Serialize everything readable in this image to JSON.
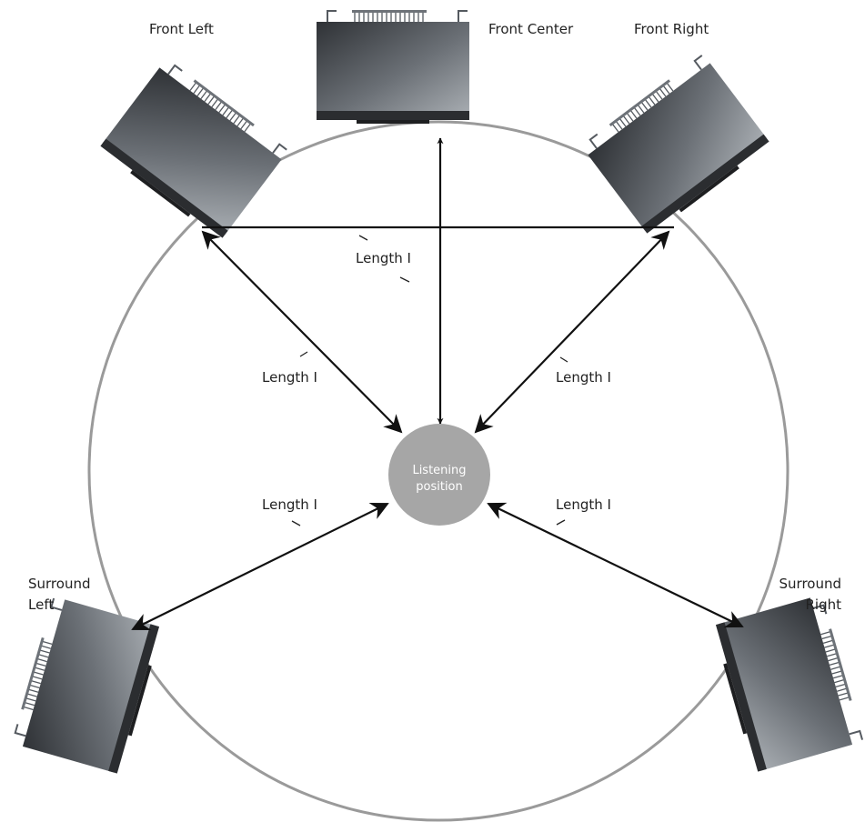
{
  "speakers": {
    "front_left": "Front Left",
    "front_center": "Front Center",
    "front_right": "Front Right",
    "surround_left_line1": "Surround",
    "surround_left_line2": "Left",
    "surround_right_line1": "Surround",
    "surround_right_line2": "Right"
  },
  "listening_position": {
    "line1": "Listening",
    "line2": "position"
  },
  "length_label": "Length I",
  "colors": {
    "circle_stroke": "#9a9a9a",
    "listening_fill": "#a6a6a6",
    "arrow": "#111111",
    "speaker_dark": "#3a3d42",
    "speaker_light": "#9aa0a6"
  }
}
